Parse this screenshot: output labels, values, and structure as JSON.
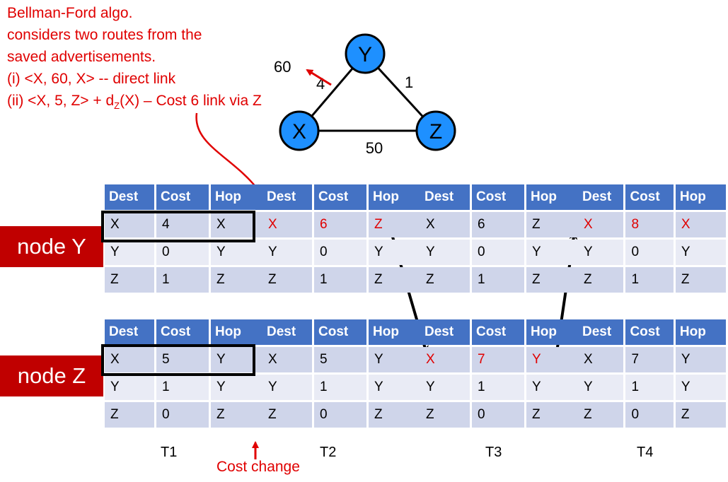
{
  "note": {
    "line1": "Bellman-Ford algo.",
    "line2": "considers two routes from the",
    "line3": "saved advertisements.",
    "line4": "(i)   <X, 60, X> -- direct link",
    "line5_pre": "(ii)    <X, 5, Z> + d",
    "line5_sub": "Z",
    "line5_post": "(X) – Cost 6 link via Z"
  },
  "graph": {
    "nodes": {
      "y": "Y",
      "x": "X",
      "z": "Z"
    },
    "edges": {
      "xy": "4",
      "yz": "1",
      "xz": "50"
    },
    "changed_cost": "60",
    "node_color": "#1e90ff"
  },
  "labels": {
    "node_y": "node Y",
    "node_z": "node Z"
  },
  "headers": [
    "Dest",
    "Cost",
    "Hop"
  ],
  "time_labels": [
    "T1",
    "T2",
    "T3",
    "T4"
  ],
  "cost_change": "Cost change",
  "tables": {
    "y": [
      [
        [
          "X",
          "4",
          "X"
        ],
        [
          "Y",
          "0",
          "Y"
        ],
        [
          "Z",
          "1",
          "Z"
        ]
      ],
      [
        [
          "X",
          "6",
          "Z"
        ],
        [
          "Y",
          "0",
          "Y"
        ],
        [
          "Z",
          "1",
          "Z"
        ]
      ],
      [
        [
          "X",
          "6",
          "Z"
        ],
        [
          "Y",
          "0",
          "Y"
        ],
        [
          "Z",
          "1",
          "Z"
        ]
      ],
      [
        [
          "X",
          "8",
          "X"
        ],
        [
          "Y",
          "0",
          "Y"
        ],
        [
          "Z",
          "1",
          "Z"
        ]
      ]
    ],
    "z": [
      [
        [
          "X",
          "5",
          "Y"
        ],
        [
          "Y",
          "1",
          "Y"
        ],
        [
          "Z",
          "0",
          "Z"
        ]
      ],
      [
        [
          "X",
          "5",
          "Y"
        ],
        [
          "Y",
          "1",
          "Y"
        ],
        [
          "Z",
          "0",
          "Z"
        ]
      ],
      [
        [
          "X",
          "7",
          "Y"
        ],
        [
          "Y",
          "1",
          "Y"
        ],
        [
          "Z",
          "0",
          "Z"
        ]
      ],
      [
        [
          "X",
          "7",
          "Y"
        ],
        [
          "Y",
          "1",
          "Y"
        ],
        [
          "Z",
          "0",
          "Z"
        ]
      ]
    ]
  },
  "colors": {
    "accent_red": "#e00000",
    "header_blue": "#4472c4",
    "label_red": "#c00000"
  }
}
